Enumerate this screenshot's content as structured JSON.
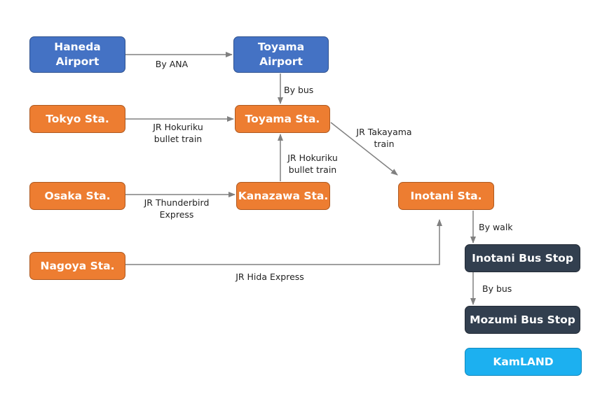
{
  "nodes": {
    "haneda": "Haneda\nAirport",
    "toyama_airport": "Toyama\nAirport",
    "tokyo": "Tokyo Sta.",
    "toyama_sta": "Toyama Sta.",
    "osaka": "Osaka Sta.",
    "kanazawa": "Kanazawa Sta.",
    "inotani_sta": "Inotani Sta.",
    "nagoya": "Nagoya Sta.",
    "inotani_bus": "Inotani Bus Stop",
    "mozumi_bus": "Mozumi Bus Stop",
    "kamland": "KamLAND"
  },
  "edges": {
    "by_ana": "By ANA",
    "by_bus_airport": "By bus",
    "hokuriku_tokyo": "JR Hokuriku\nbullet train",
    "hokuriku_kanazawa": "JR Hokuriku\nbullet train",
    "takayama": "JR Takayama\ntrain",
    "thunderbird": "JR Thunderbird\nExpress",
    "hida": "JR Hida Express",
    "by_walk": "By walk",
    "by_bus_mozumi": "By bus"
  },
  "colors": {
    "airport": "#4472c4",
    "station": "#ed7d31",
    "bus_stop": "#323f4f",
    "destination": "#1cb0f0",
    "arrow": "#808080"
  }
}
